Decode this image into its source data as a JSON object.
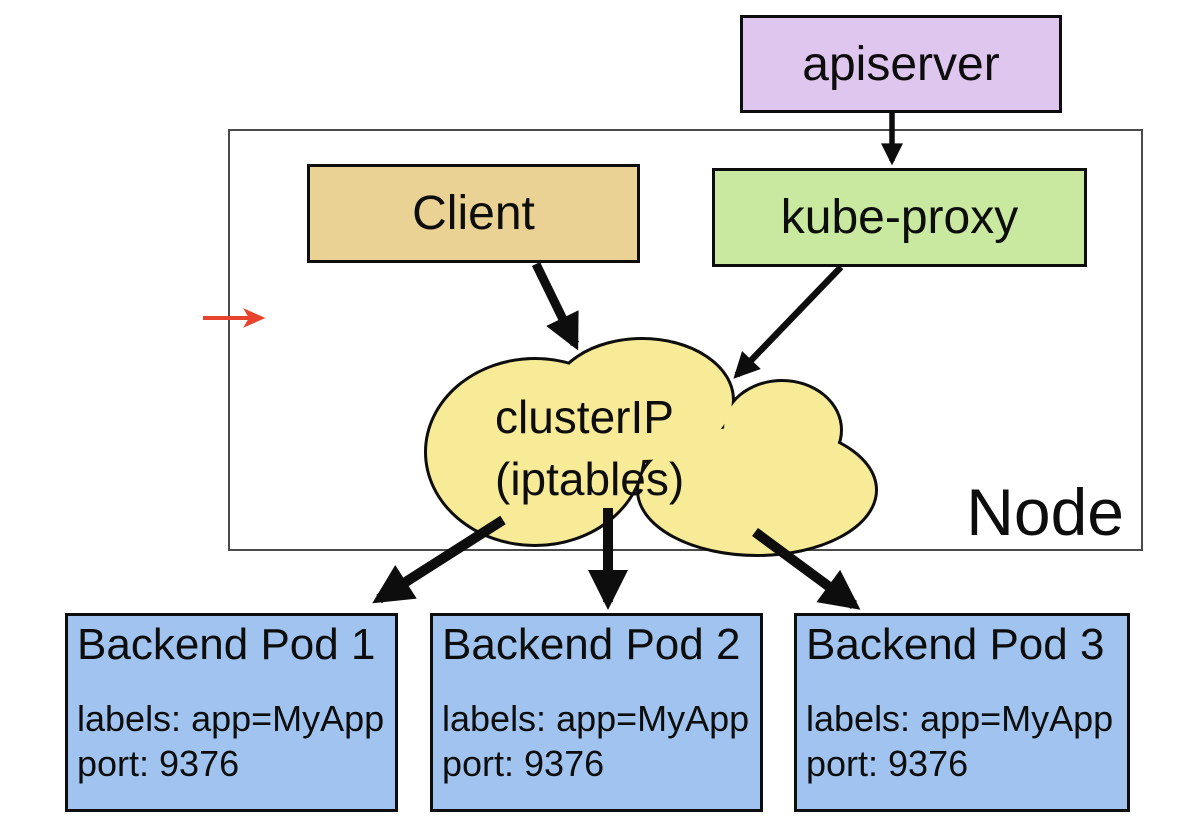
{
  "apiserver": {
    "label": "apiserver"
  },
  "client": {
    "label": "Client"
  },
  "kube_proxy": {
    "label": "kube-proxy"
  },
  "cluster_ip": {
    "line1": "clusterIP",
    "line2": "(iptables)"
  },
  "node": {
    "label": "Node"
  },
  "pods": [
    {
      "title": "Backend Pod 1",
      "labels_line": "labels: app=MyApp",
      "port_line": "port: 9376"
    },
    {
      "title": "Backend Pod 2",
      "labels_line": "labels: app=MyApp",
      "port_line": "port: 9376"
    },
    {
      "title": "Backend Pod 3",
      "labels_line": "labels: app=MyApp",
      "port_line": "port: 9376"
    }
  ],
  "colors": {
    "apiserver_fill": "#DFC6EF",
    "client_fill": "#E9D293",
    "kube_proxy_fill": "#C9E8A0",
    "cluster_ip_fill": "#F7EB97",
    "pod_fill": "#A0C4EF",
    "outline": "#0d0d0d",
    "node_border": "#4a4a4a",
    "arrow": "#0d0d0d",
    "red_arrow": "#E8432C"
  }
}
